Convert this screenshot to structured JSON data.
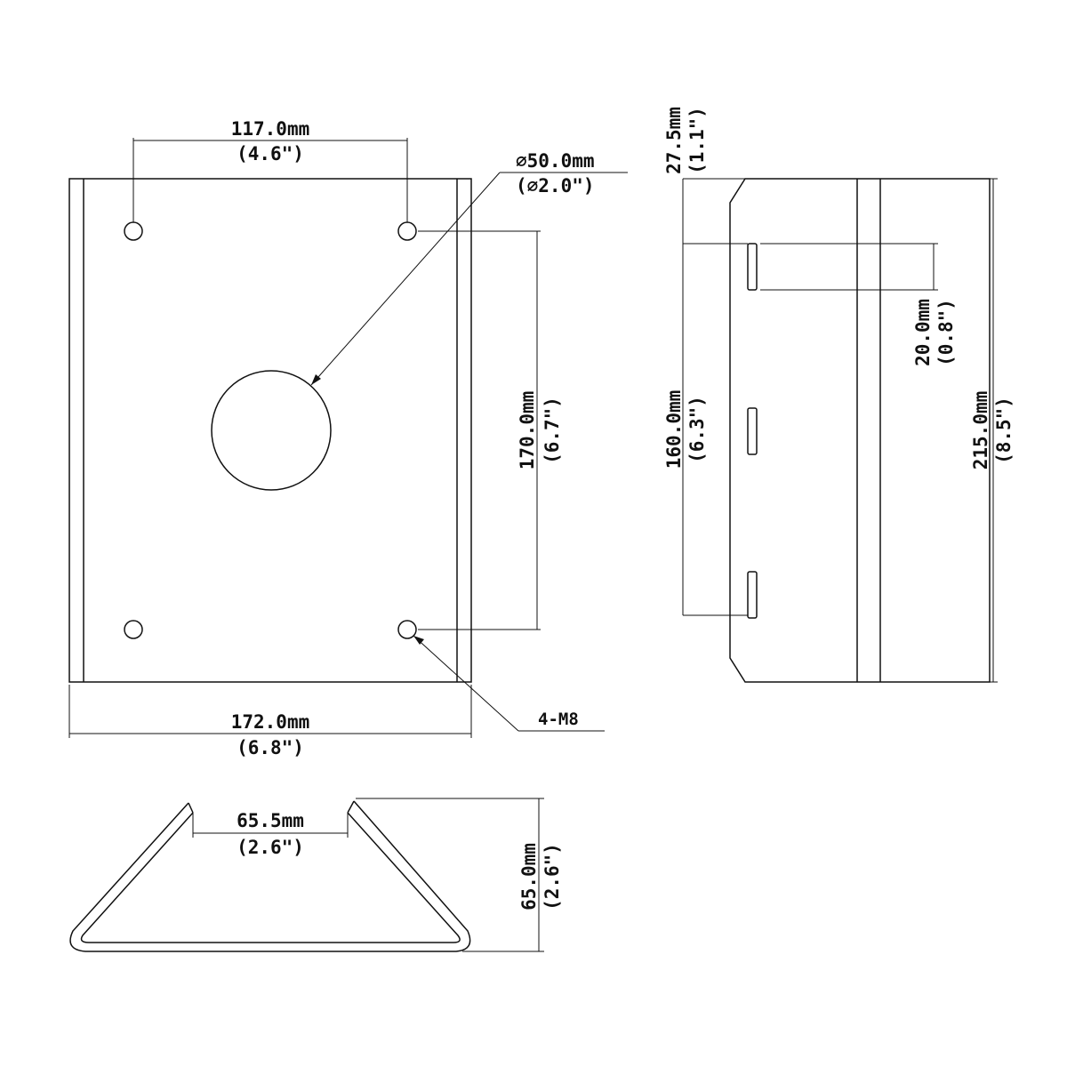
{
  "dimensions": {
    "hole_spacing": {
      "mm": "117.0mm",
      "inch": "(4.6\")"
    },
    "hole_diameter": {
      "mm": "∅50.0mm",
      "inch": "(∅2.0\")"
    },
    "vertical_hole_spacing": {
      "mm": "170.0mm",
      "inch": "(6.7\")"
    },
    "plate_width": {
      "mm": "172.0mm",
      "inch": "(6.8\")"
    },
    "screw_label": "4-M8",
    "top_offset": {
      "mm": "27.5mm",
      "inch": "(1.1\")"
    },
    "slot_length": {
      "mm": "20.0mm",
      "inch": "(0.8\")"
    },
    "slot_spacing": {
      "mm": "160.0mm",
      "inch": "(6.3\")"
    },
    "side_height": {
      "mm": "215.0mm",
      "inch": "(8.5\")"
    },
    "inner_width": {
      "mm": "65.5mm",
      "inch": "(2.6\")"
    },
    "depth": {
      "mm": "65.0mm",
      "inch": "(2.6\")"
    }
  }
}
